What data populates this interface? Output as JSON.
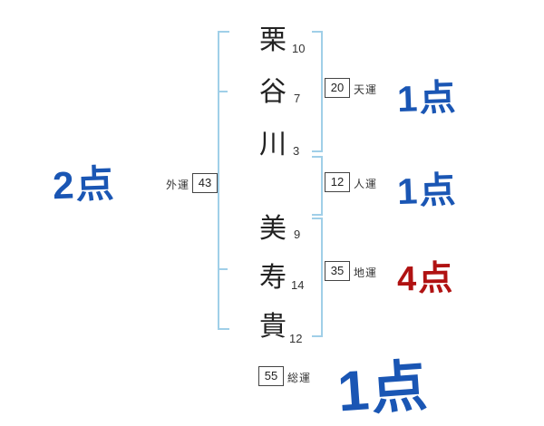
{
  "name_chars": [
    {
      "char": "栗",
      "strokes": "10"
    },
    {
      "char": "谷",
      "strokes": "7"
    },
    {
      "char": "川",
      "strokes": "3"
    },
    {
      "char": "美",
      "strokes": "9"
    },
    {
      "char": "寿",
      "strokes": "14"
    },
    {
      "char": "貴",
      "strokes": "12"
    }
  ],
  "fortunes": {
    "gai": {
      "label": "外運",
      "value": "43",
      "score": "2点"
    },
    "ten": {
      "label": "天運",
      "value": "20",
      "score": "1点"
    },
    "jin": {
      "label": "人運",
      "value": "12",
      "score": "1点"
    },
    "chi": {
      "label": "地運",
      "value": "35",
      "score": "4点"
    },
    "sou": {
      "label": "総運",
      "value": "55",
      "score": "1点"
    }
  },
  "colors": {
    "score_blue": "#1a56b4",
    "score_red": "#b01212",
    "bracket_blue": "#a0cfe8"
  }
}
